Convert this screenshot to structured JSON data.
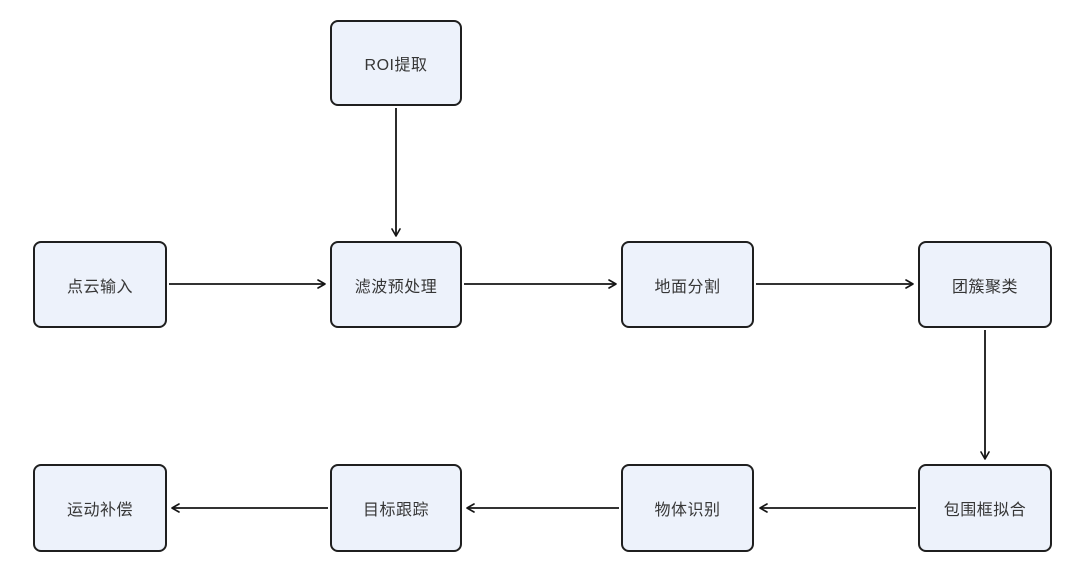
{
  "diagram": {
    "title": "LiDAR point cloud processing flowchart",
    "nodes": [
      {
        "id": "roi-extraction",
        "label": "ROI提取"
      },
      {
        "id": "point-cloud-input",
        "label": "点云输入"
      },
      {
        "id": "filter-preprocess",
        "label": "滤波预处理"
      },
      {
        "id": "ground-segmentation",
        "label": "地面分割"
      },
      {
        "id": "clustering",
        "label": "团簇聚类"
      },
      {
        "id": "bbox-fitting",
        "label": "包围框拟合"
      },
      {
        "id": "object-recognition",
        "label": "物体识别"
      },
      {
        "id": "target-tracking",
        "label": "目标跟踪"
      },
      {
        "id": "motion-compensation",
        "label": "运动补偿"
      }
    ],
    "edges": [
      {
        "from": "roi-extraction",
        "to": "filter-preprocess",
        "direction": "down"
      },
      {
        "from": "point-cloud-input",
        "to": "filter-preprocess",
        "direction": "right"
      },
      {
        "from": "filter-preprocess",
        "to": "ground-segmentation",
        "direction": "right"
      },
      {
        "from": "ground-segmentation",
        "to": "clustering",
        "direction": "right"
      },
      {
        "from": "clustering",
        "to": "bbox-fitting",
        "direction": "down"
      },
      {
        "from": "bbox-fitting",
        "to": "object-recognition",
        "direction": "left"
      },
      {
        "from": "object-recognition",
        "to": "target-tracking",
        "direction": "left"
      },
      {
        "from": "target-tracking",
        "to": "motion-compensation",
        "direction": "left"
      }
    ],
    "colors": {
      "node_fill": "#edf2fb",
      "node_border": "#1f1f1f",
      "arrow": "#141414",
      "text": "#363636",
      "background": "#ffffff"
    }
  }
}
